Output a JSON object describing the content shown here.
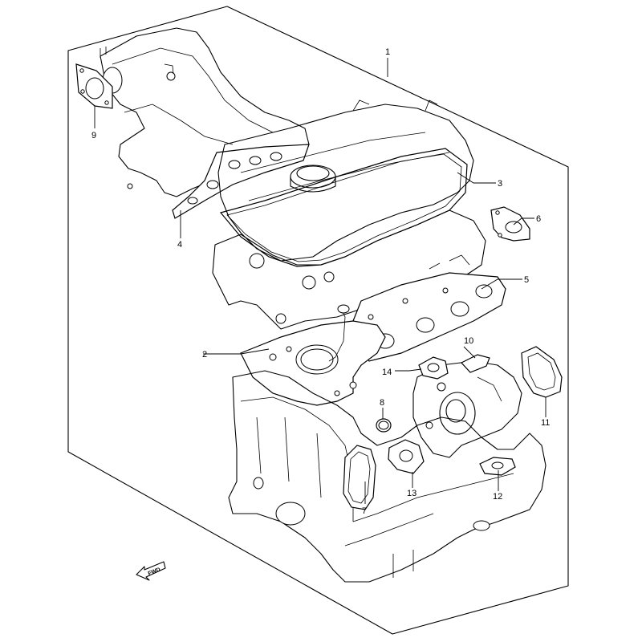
{
  "callouts": [
    {
      "id": "1",
      "label": "1"
    },
    {
      "id": "2",
      "label": "2"
    },
    {
      "id": "3",
      "label": "3"
    },
    {
      "id": "4",
      "label": "4"
    },
    {
      "id": "5",
      "label": "5"
    },
    {
      "id": "6",
      "label": "6"
    },
    {
      "id": "7",
      "label": "7"
    },
    {
      "id": "8",
      "label": "8"
    },
    {
      "id": "9",
      "label": "9"
    },
    {
      "id": "10",
      "label": "10"
    },
    {
      "id": "11",
      "label": "11"
    },
    {
      "id": "12",
      "label": "12"
    },
    {
      "id": "13",
      "label": "13"
    },
    {
      "id": "14",
      "label": "14"
    }
  ],
  "fwd_label": "FWD"
}
